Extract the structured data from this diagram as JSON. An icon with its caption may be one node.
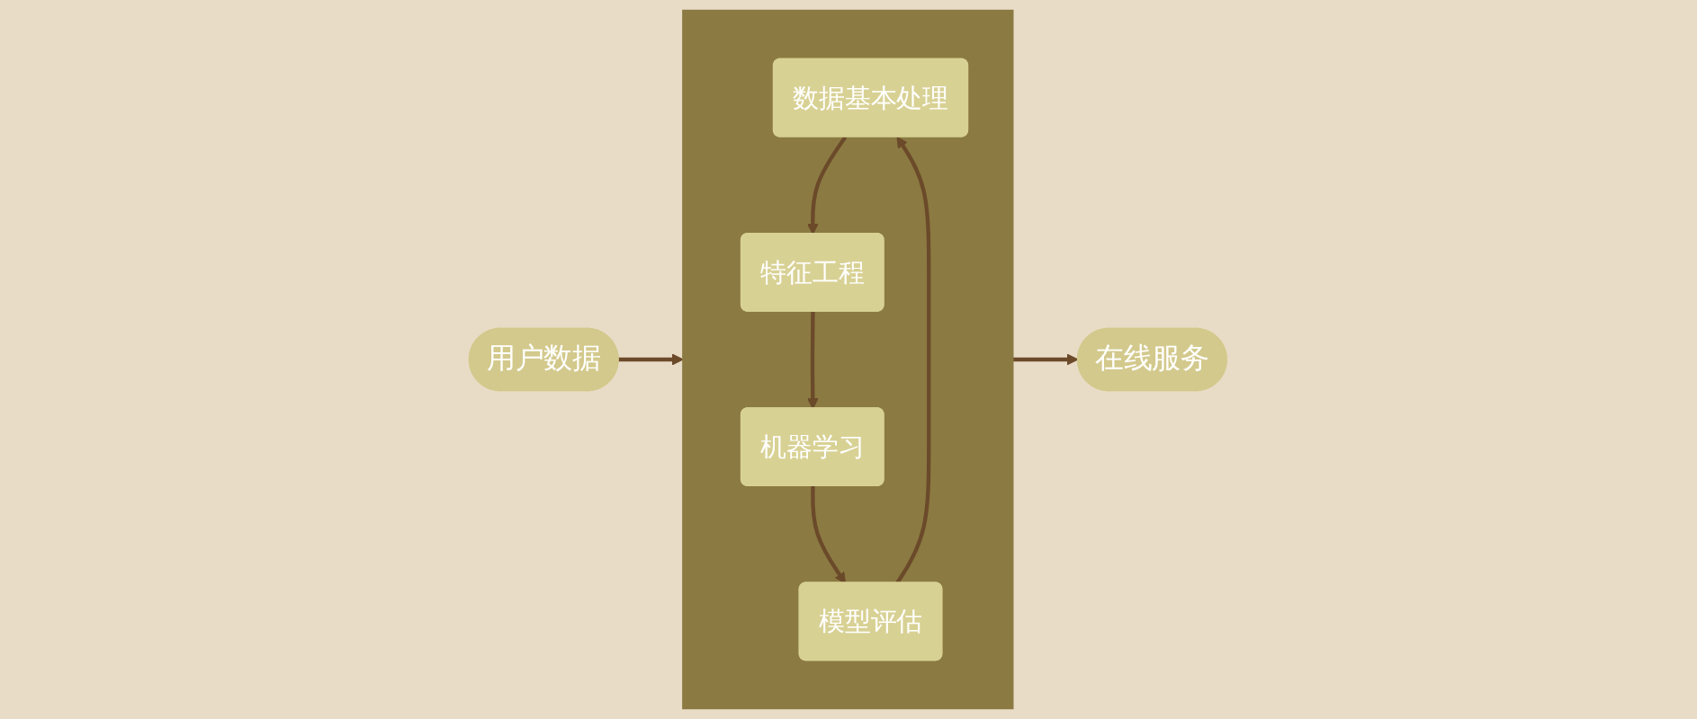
{
  "diagram": {
    "nodes": [
      {
        "text": [
          "用户数据"
        ]
      },
      {
        "text": [],
        "shape": "box"
      },
      {
        "text": [
          "数据基本处理"
        ],
        "in": 1
      },
      {
        "text": [
          "模型评估"
        ],
        "in": 1
      },
      {
        "text": [
          "特征工程"
        ],
        "in": 1
      },
      {
        "text": [
          "机器学习"
        ],
        "in": 1
      },
      {
        "text": [
          "在线服务"
        ]
      }
    ],
    "edges": [
      {
        "from": 0,
        "to": 1,
        "arrow": "to"
      },
      {
        "from": 3,
        "to": 2,
        "arrow": "to"
      },
      {
        "from": 2,
        "to": 4,
        "arrow": "to"
      },
      {
        "from": 4,
        "to": 5,
        "arrow": "to"
      },
      {
        "from": 5,
        "to": 3,
        "arrow": "to"
      },
      {
        "from": 1,
        "to": 6,
        "arrow": "to"
      }
    ]
  }
}
